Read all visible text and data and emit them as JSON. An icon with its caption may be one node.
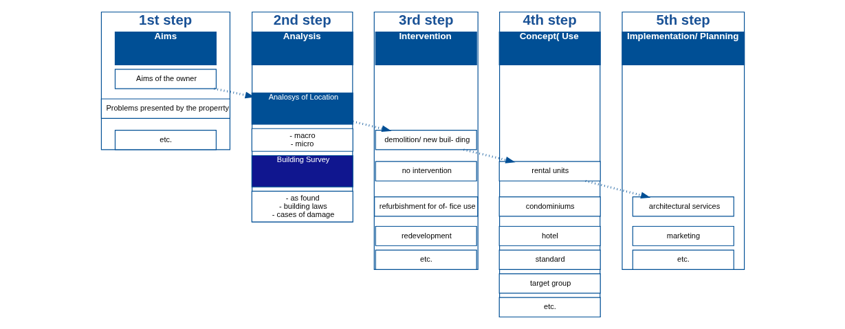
{
  "diagram": {
    "nodes": [
      {
        "text": [
          "1st step"
        ]
      },
      {
        "text": [
          "Aims"
        ],
        "in": 0
      },
      {
        "text": [
          "Aims of the owner"
        ],
        "in": 0
      },
      {
        "text": [
          "Problems presented by the properrty"
        ],
        "in": 0
      },
      {
        "text": [
          "etc."
        ],
        "in": 0
      },
      {
        "text": [
          "2nd step"
        ]
      },
      {
        "text": [
          "Analysis"
        ],
        "in": 5
      },
      {
        "text": [
          "Analosys of Location"
        ],
        "in": 5
      },
      {
        "text": [
          "- macro",
          "- micro"
        ],
        "in": 5
      },
      {
        "text": [
          "Building Survey"
        ],
        "in": 5
      },
      {
        "text": [
          "- as found",
          "- building laws",
          "- cases of damage"
        ],
        "in": 5
      },
      {
        "text": [
          "3rd step"
        ]
      },
      {
        "text": [
          "Intervention"
        ],
        "in": 11
      },
      {
        "text": [
          "demolition/ new buil- ding"
        ],
        "in": 11
      },
      {
        "text": [
          "no intervention"
        ],
        "in": 11
      },
      {
        "text": [
          "refurbishment for of- fice use"
        ],
        "in": 11
      },
      {
        "text": [
          "redevelopment"
        ],
        "in": 11
      },
      {
        "text": [
          "etc."
        ],
        "in": 11
      },
      {
        "text": [
          "4th step"
        ]
      },
      {
        "text": [
          "Concept( Use"
        ],
        "in": 18
      },
      {
        "text": [
          "rental units"
        ],
        "in": 18
      },
      {
        "text": [
          "condominiums"
        ],
        "in": 18
      },
      {
        "text": [
          "hotel"
        ],
        "in": 18
      },
      {
        "text": [
          "standard"
        ],
        "in": 18
      },
      {
        "text": [
          "target group"
        ],
        "in": 18
      },
      {
        "text": [
          "etc."
        ],
        "in": 18
      },
      {
        "text": [
          "5th step"
        ]
      },
      {
        "text": [
          "Implementation/ Planning"
        ],
        "in": 26
      },
      {
        "text": [
          "architectural services"
        ],
        "in": 26
      },
      {
        "text": [
          "marketing"
        ],
        "in": 26
      },
      {
        "text": [
          "etc."
        ],
        "in": 26
      }
    ],
    "edges": [
      {
        "from": 0,
        "to": 5,
        "arrow": "to",
        "style": "dashed"
      },
      {
        "from": 5,
        "to": 11,
        "arrow": "to",
        "style": "dashed"
      },
      {
        "from": 11,
        "to": 18,
        "arrow": "to",
        "style": "dashed"
      },
      {
        "from": 18,
        "to": 26,
        "arrow": "to",
        "style": "dashed"
      }
    ]
  }
}
